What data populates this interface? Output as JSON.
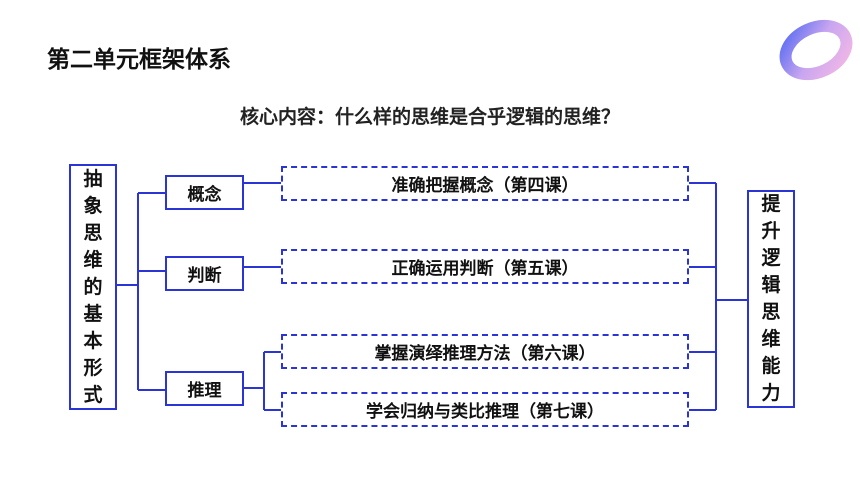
{
  "title": "第二单元框架体系",
  "subtitle": "核心内容：什么样的思维是合乎逻辑的思维？",
  "left_box": [
    "抽",
    "象",
    "思",
    "维",
    "的",
    "基",
    "本",
    "形",
    "式"
  ],
  "right_box": [
    "提",
    "升",
    "逻",
    "辑",
    "思",
    "维",
    "能",
    "力"
  ],
  "categories": [
    {
      "label": "概念"
    },
    {
      "label": "判断"
    },
    {
      "label": "推理"
    }
  ],
  "items": [
    {
      "label": "准确把握概念（第四课）"
    },
    {
      "label": "正确运用判断（第五课）"
    },
    {
      "label": "掌握演绎推理方法（第六课）"
    },
    {
      "label": "学会归纳与类比推理（第七课）"
    }
  ],
  "colors": {
    "line": "#2b35d6"
  }
}
